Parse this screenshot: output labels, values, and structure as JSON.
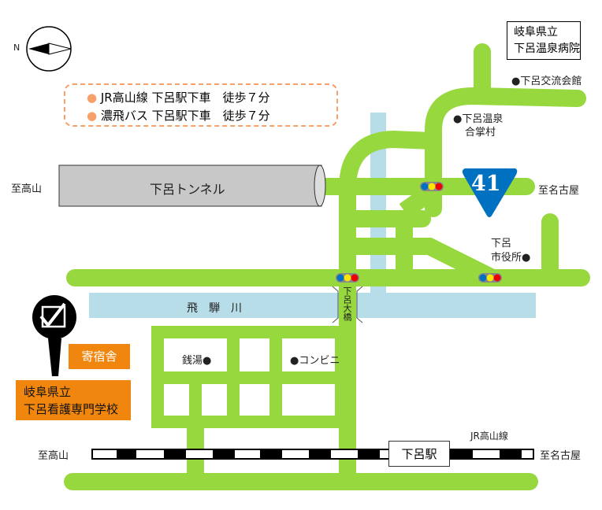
{
  "compass": {
    "north_label": "N"
  },
  "access_info": {
    "items": [
      "JR高山線 下呂駅下車　徒歩７分",
      "濃飛バス 下呂駅下車　徒歩７分"
    ],
    "bullet_color": "#f7a06a"
  },
  "hospital": {
    "line1": "岐阜県立",
    "line2": "下呂温泉病院"
  },
  "landmarks": {
    "community_hall": "●下呂交流会館",
    "gassho_village_1": "●下呂温泉",
    "gassho_village_2": "合掌村",
    "city_hall_1": "下呂",
    "city_hall_2": "市役所●",
    "bathhouse": "銭湯●",
    "convenience_store": "●コンビニ"
  },
  "tunnel": {
    "label": "下呂トンネル"
  },
  "route": {
    "number": "41"
  },
  "directions": {
    "to_takayama_top": "至高山",
    "to_nagoya_top": "至名古屋",
    "to_takayama_bottom": "至高山",
    "to_nagoya_bottom": "至名古屋"
  },
  "river": {
    "label": "飛　騨　川"
  },
  "bridge": {
    "label": "下呂大橋"
  },
  "school": {
    "line1": "岐阜県立",
    "line2": "下呂看護専門学校",
    "dorm": "寄宿舎"
  },
  "railway": {
    "line_label": "JR高山線",
    "station": "下呂駅"
  },
  "colors": {
    "road": "#96d83e",
    "river": "#b7dde8",
    "route_shield": "#0070c0",
    "school": "#f0860d"
  }
}
